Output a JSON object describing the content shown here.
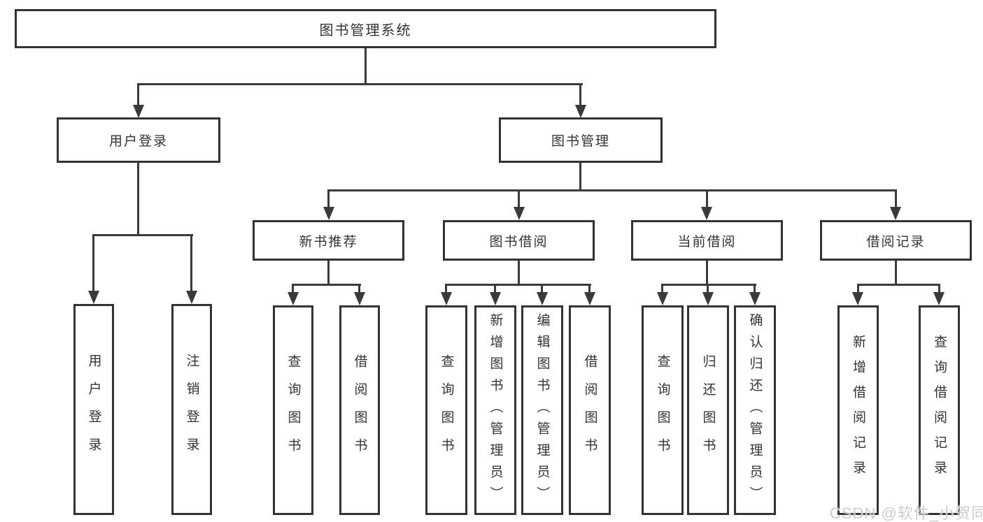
{
  "tree": {
    "root": {
      "label": "图书管理系统"
    },
    "children": [
      {
        "label": "用户登录",
        "children": [
          {
            "label": "用户登录"
          },
          {
            "label": "注销登录"
          }
        ]
      },
      {
        "label": "图书管理",
        "children": [
          {
            "label": "新书推荐",
            "children": [
              {
                "label": "查询图书"
              },
              {
                "label": "借阅图书"
              }
            ]
          },
          {
            "label": "图书借阅",
            "children": [
              {
                "label": "查询图书"
              },
              {
                "label": "新增图书（管理员）"
              },
              {
                "label": "编辑图书（管理员）"
              },
              {
                "label": "借阅图书"
              }
            ]
          },
          {
            "label": "当前借阅",
            "children": [
              {
                "label": "查询图书"
              },
              {
                "label": "归还图书"
              },
              {
                "label": "确认归还（管理员）"
              }
            ]
          },
          {
            "label": "借阅记录",
            "children": [
              {
                "label": "新增借阅记录"
              },
              {
                "label": "查询借阅记录"
              }
            ]
          }
        ]
      }
    ]
  },
  "watermark": {
    "text": "CSDN @软件_小贺同学"
  },
  "colors": {
    "background": "#ffffff",
    "line": "#3a3a3a",
    "box_border": "#333333",
    "text": "#333333",
    "watermark": "#c9c9c9"
  }
}
